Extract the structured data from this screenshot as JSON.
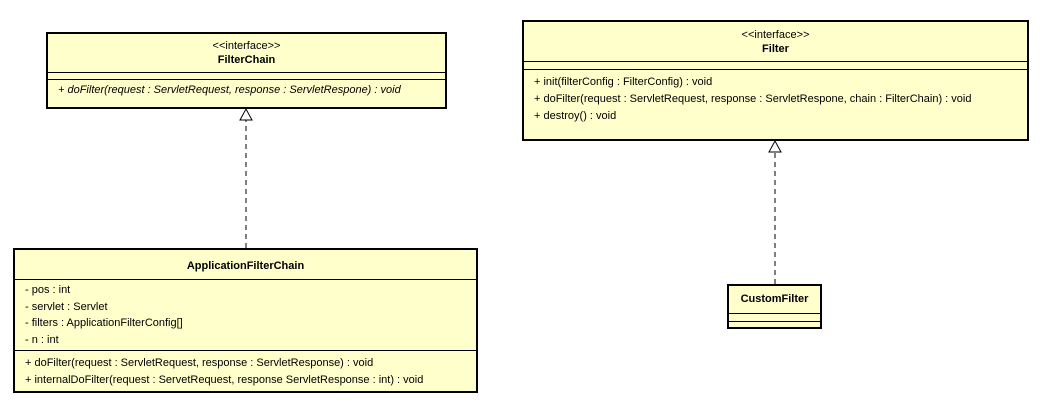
{
  "filter_chain": {
    "stereotype": "<<interface>>",
    "name": "FilterChain",
    "operations": [
      "+ doFilter(request : ServletRequest, response : ServletRespone) : void"
    ]
  },
  "filter": {
    "stereotype": "<<interface>>",
    "name": "Filter",
    "operations": [
      "+ init(filterConfig : FilterConfig) : void",
      "+ doFilter(request : ServletRequest, response : ServletRespone, chain : FilterChain) : void",
      "+ destroy() : void"
    ]
  },
  "application_filter_chain": {
    "name": "ApplicationFilterChain",
    "attributes": [
      "- pos : int",
      "- servlet : Servlet",
      "- filters : ApplicationFilterConfig[]",
      "- n : int"
    ],
    "operations": [
      "+ doFilter(request : ServletRequest, response : ServletResponse) : void",
      "+ internalDoFilter(request : ServetRequest, response ServletResponse : int) : void"
    ]
  },
  "custom_filter": {
    "name": "CustomFilter"
  },
  "colors": {
    "class_fill": "#ffffcc",
    "line": "#000000"
  }
}
